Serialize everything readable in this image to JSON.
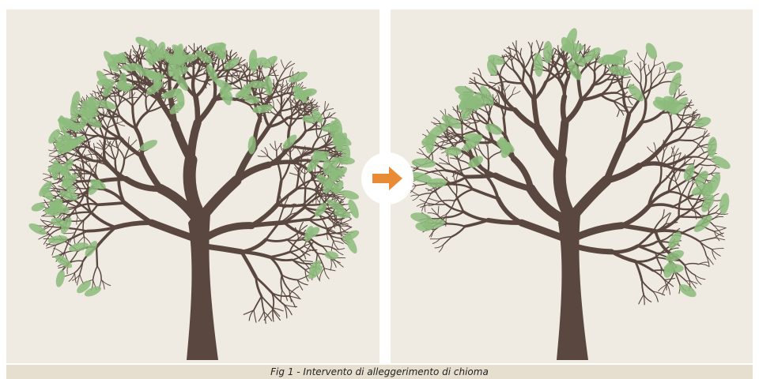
{
  "caption": "Fig 1 - Intervento di alleggerimento di chioma",
  "trees": {
    "before": {
      "description_icon": "dense-tree-icon",
      "leaf_density": "dense"
    },
    "after": {
      "description_icon": "thinned-tree-icon",
      "leaf_density": "thinned"
    }
  },
  "arrow_icon": "right-arrow-icon",
  "colors": {
    "background": "#efebe2",
    "trunk": "#5a4840",
    "leaf": "#8dbb7d",
    "arrow": "#e98a34",
    "caption_bar": "#e6dfcf"
  }
}
